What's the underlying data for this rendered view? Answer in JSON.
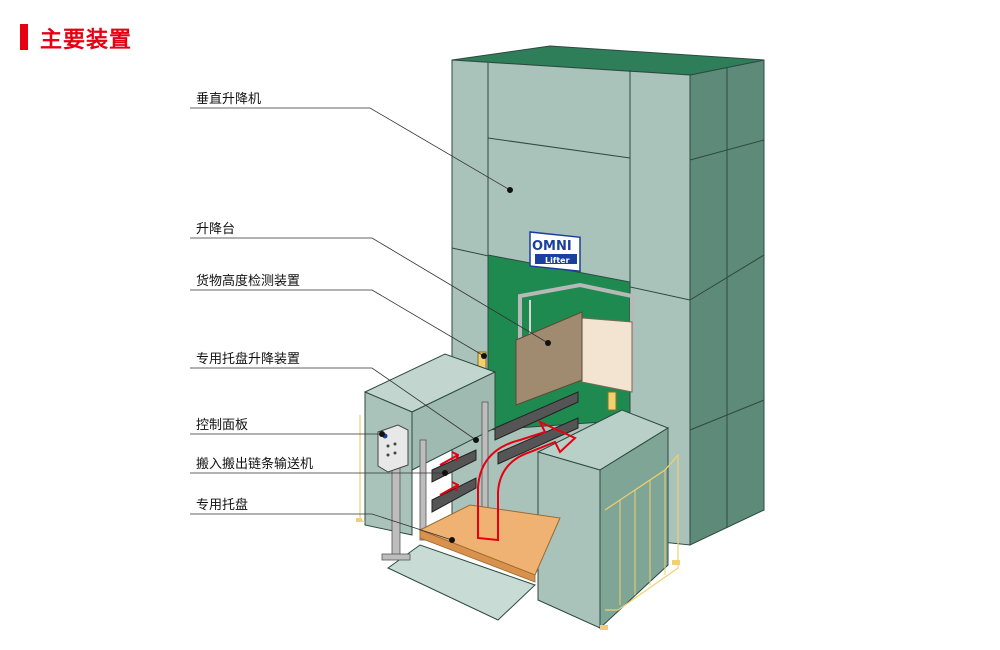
{
  "page": {
    "title": "主要装置"
  },
  "labels": {
    "vertical_lift": "垂直升降机",
    "lift_table": "升降台",
    "height_sensor": "货物高度检测装置",
    "pallet_lift_device": "专用托盘升降装置",
    "control_panel": "控制面板",
    "conveyor": "搬入搬出链条输送机",
    "pallet": "专用托盘"
  },
  "logo": {
    "brand": "OMNI",
    "sub": "Lifter"
  },
  "colors": {
    "accent_red": "#e60012",
    "face_light": "#a9c3bb",
    "face_dark": "#5e8a7a",
    "interior_green": "#1f8a50",
    "cargo_brown": "#a08a70",
    "pallet_orange": "#f0b272",
    "logo_blue": "#1a3f9e",
    "sensor_yellow": "#f0d070"
  }
}
